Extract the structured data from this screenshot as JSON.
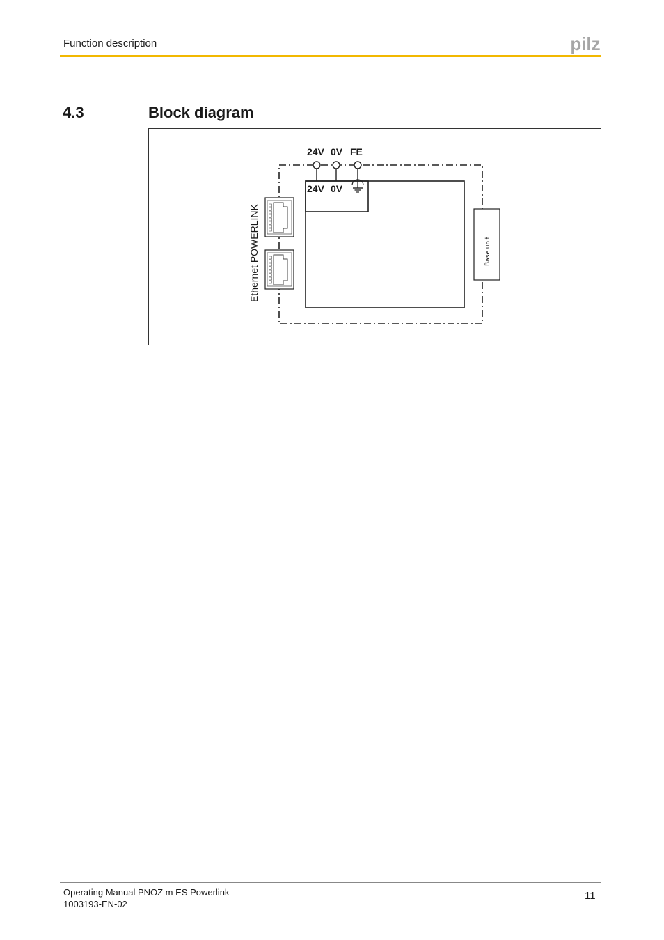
{
  "header": {
    "title": "Function description",
    "logo_text": "pilz",
    "logo_color": "#a6a6a6",
    "rule_color": "#f2b800"
  },
  "section": {
    "number": "4.3",
    "title": "Block diagram"
  },
  "diagram": {
    "terminal_labels": {
      "v24": "24V",
      "v0": "0V",
      "fe": "FE"
    },
    "module_labels": {
      "v24": "24V",
      "v0": "0V"
    },
    "ethernet_label": "Ethernet POWERLINK",
    "base_unit_label": "Base unit",
    "ground_icon": "ground-icon",
    "port_icon": "rj45-port-icon"
  },
  "footer": {
    "manual_title": "Operating Manual PNOZ m ES Powerlink",
    "doc_number": "1003193-EN-02",
    "page_number": "11"
  }
}
